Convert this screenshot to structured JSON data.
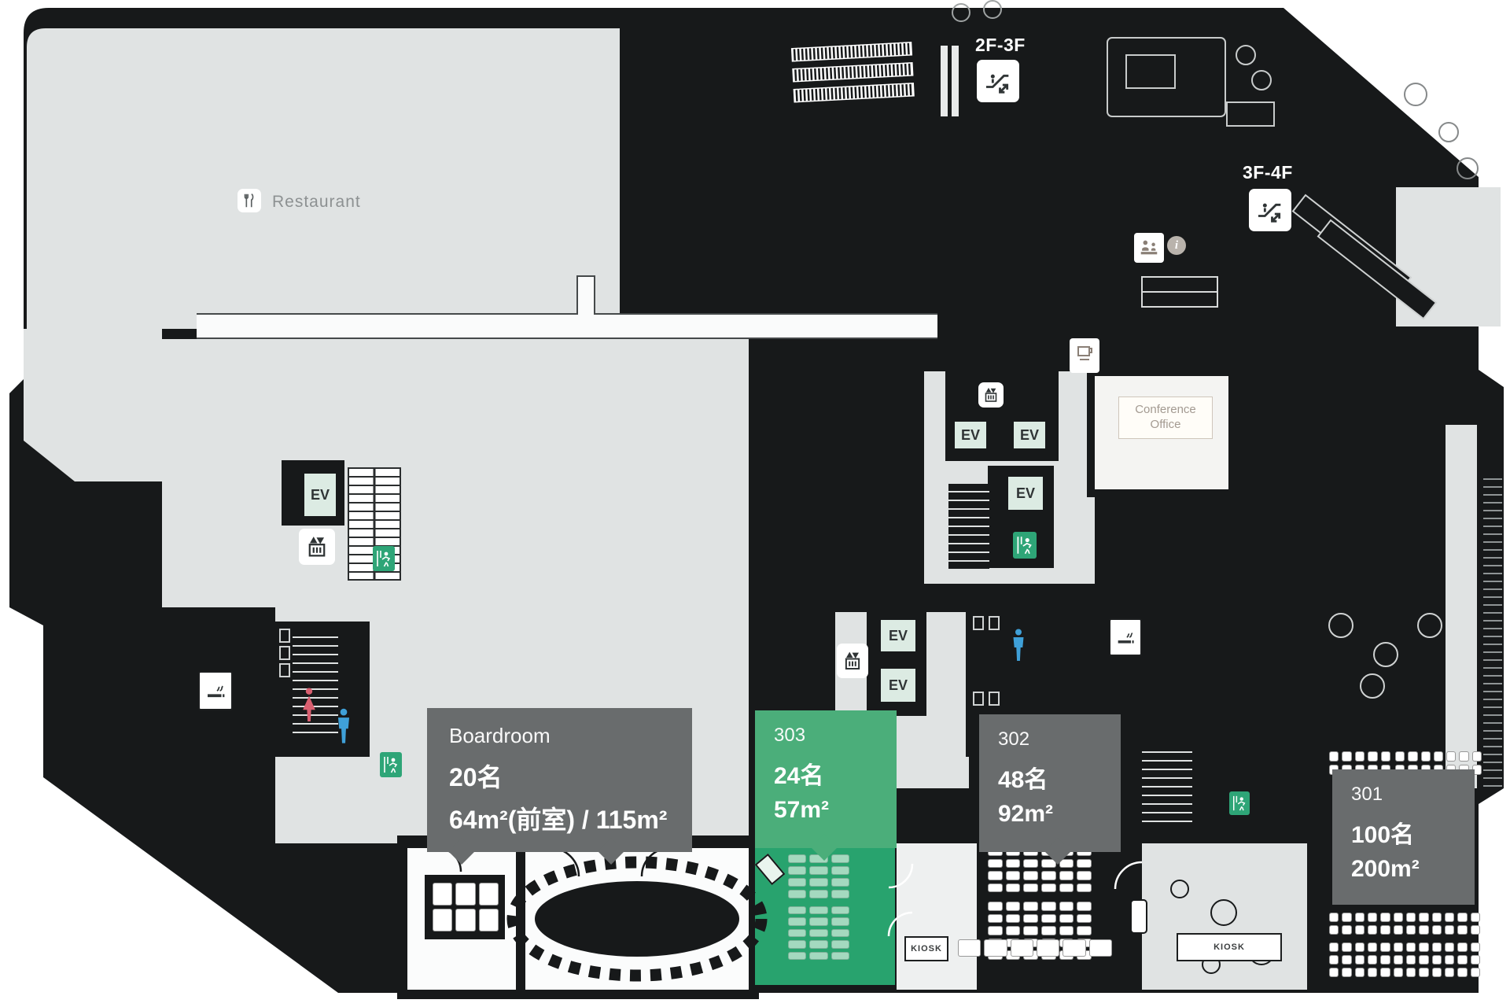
{
  "colors": {
    "wall": "#17191a",
    "floor": "#e0e3e3",
    "tooltip_gray": "#696c6d",
    "highlight_green": "#4bae7a",
    "room_green": "#28a36e",
    "chair_mint": "#a4d9bf",
    "ev_mint": "#dcebe3",
    "exit_green": "#2ea577",
    "female_red": "#d95f70",
    "male_blue": "#3fa0d8"
  },
  "labels": {
    "restaurant": "Restaurant",
    "escalator_2f_3f": "2F-3F",
    "escalator_3f_4f": "3F-4F",
    "conference_office_line1": "Conference",
    "conference_office_line2": "Office",
    "ev": "EV",
    "kiosk": "KIOSK",
    "info": "i"
  },
  "rooms": [
    {
      "name": "Boardroom",
      "capacity": "20名",
      "area": "64m²(前室) / 115m²",
      "highlighted": false
    },
    {
      "name": "303",
      "capacity": "24名",
      "area": "57m²",
      "highlighted": true
    },
    {
      "name": "302",
      "capacity": "48名",
      "area": "92m²",
      "highlighted": false
    },
    {
      "name": "301",
      "capacity": "100名",
      "area": "200m²",
      "highlighted": false
    }
  ],
  "icons": [
    "restaurant-icon",
    "escalator-icon",
    "elevator-icon",
    "elevator-call-icon",
    "smoking-icon",
    "emergency-exit-icon",
    "female-restroom-icon",
    "male-restroom-icon",
    "reception-icon",
    "info-icon",
    "vending-machine-icon"
  ]
}
